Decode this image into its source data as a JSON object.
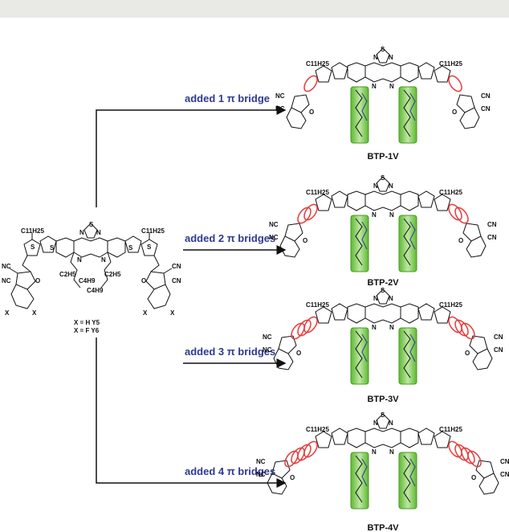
{
  "colors": {
    "bridge_label": "#2d3a93",
    "side_chain_box": "#69c23b",
    "pi_bridge_highlight": "#e63a3a",
    "arrow": "#111111",
    "top_band": "#e9e9e6"
  },
  "parent": {
    "left_alkyl": "C11H25",
    "right_alkyl": "C11H25",
    "chain_a": "C2H5",
    "chain_b": "C4H9",
    "chain_c": "C2H5",
    "chain_d": "C4H9",
    "x_sub": "X",
    "variants": [
      "X = H Y5",
      "X = F Y6"
    ]
  },
  "atoms": {
    "sulfur": "S",
    "nitrogen": "N",
    "oxygen": "O",
    "cyano": "CN",
    "nc": "NC"
  },
  "branches": [
    {
      "label": "added 1 π bridge",
      "name": "BTP-1V",
      "bridges": 1
    },
    {
      "label": "added 2 π bridges",
      "name": "BTP-2V",
      "bridges": 2
    },
    {
      "label": "added 3 π bridges",
      "name": "BTP-3V",
      "bridges": 3
    },
    {
      "label": "added 4 π bridges",
      "name": "BTP-4V",
      "bridges": 4
    }
  ]
}
